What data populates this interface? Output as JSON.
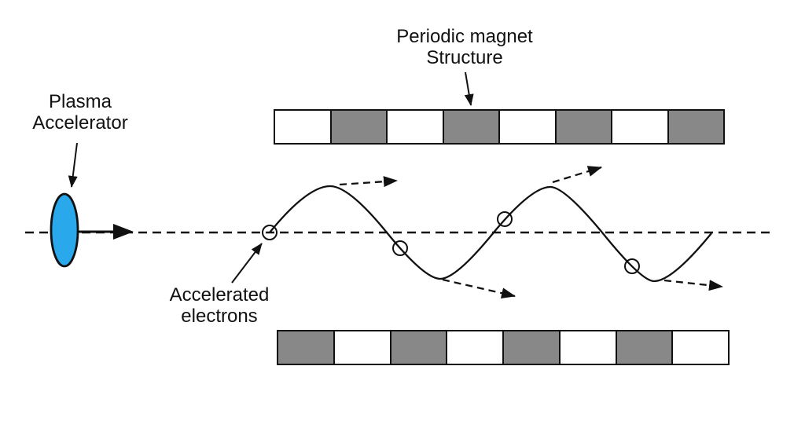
{
  "labels": {
    "periodic_magnet_line1": "Periodic magnet",
    "periodic_magnet_line2": "Structure",
    "plasma_line1": "Plasma",
    "plasma_line2": "Accelerator",
    "electrons_line1": "Accelerated",
    "electrons_line2": "electrons"
  },
  "colors": {
    "background": "#ffffff",
    "line_black": "#111111",
    "magnet_gray": "#888888",
    "magnet_white": "#ffffff",
    "plasma_blue": "#29A9EC"
  },
  "magnet_arrays": {
    "top": {
      "pattern": [
        "white",
        "gray",
        "white",
        "gray",
        "white",
        "gray",
        "white",
        "gray"
      ]
    },
    "bottom": {
      "pattern": [
        "gray",
        "white",
        "gray",
        "white",
        "gray",
        "white",
        "gray",
        "white"
      ]
    }
  }
}
